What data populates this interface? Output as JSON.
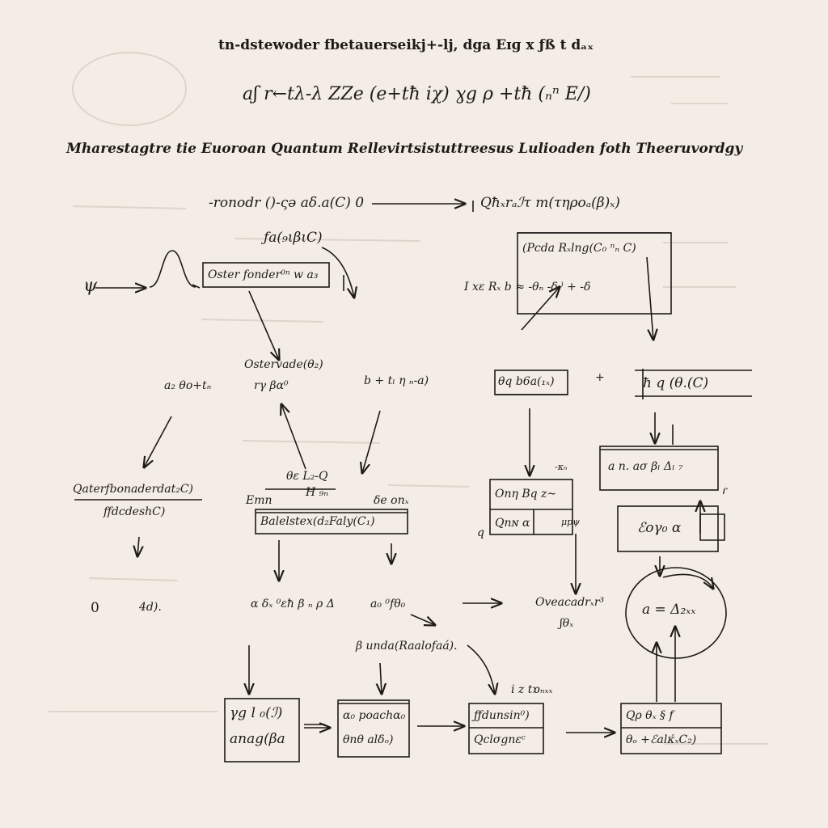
{
  "colors": {
    "paper": "#f3ede5",
    "ink": "#1e1a17",
    "ghost": "#d9d1c7"
  },
  "header": {
    "line1": "tn-dstewoder fbetauerseikj+-lj, dga  Eɪɡ x ƒß t dₐₓ",
    "line2": "aʃ r←tλ-λ ZZe  (e+tħ iχ)   ɣg ρ +tħ (ₙⁿ E/)",
    "title": "Mharestagtre tie Euoroan Quantum Rellevirtsistuttreesus Lulioaden foth Theeruvordgy"
  },
  "row1": {
    "eq_left": "-ronodr ()-ςə aδ.a(C)  0",
    "eq_right": "Qħₓrₐℐτ m(τηροₐ(β)ₓ)",
    "tangent_label": "ƒa(₉ιβιC)",
    "psi": "ψ",
    "box_osterfond": "Oster fonder⁰ⁿ w a₃",
    "right_box_title": "(Pcda Rₓlng(C₀ ⁿₙ C)",
    "right_box_eq": "I xε Rₓ b ≈ -θₙ -δₗ⁾ + -δ"
  },
  "row2": {
    "osterwade": "Ostervade(θ₂)",
    "osterwade_sub": "rγ βα⁰",
    "a_eq": "a₂ θo+tₙ",
    "b_eq": "b + tₗ η ₙ-a)",
    "box_bq": "θq b6a(₁ₓ)",
    "plus": "+",
    "right_eq": "ħ q (θ.(C)"
  },
  "row3": {
    "left_title": "Qaterfbonaderdat₂C)",
    "left_sub": "ffdcdeshC)",
    "mid_top": "θε L₂-Q",
    "mid_sub": "Ħ ₉ₙ",
    "emn": "Emn",
    "daon": "δe onₓ",
    "box_bale": "Balelstex(d₂Faly(C₁)",
    "kn": "-κₙ",
    "box_on_top": "Onη Βq z~",
    "box_on_bot": "Qnɴ α",
    "frac": "μpψ",
    "q_letter": "q",
    "box_right_top": "a n. aσ βₗ Δₗ ₇",
    "box_right_mid": "ℰoγ₀  α",
    "hook": "ɾ"
  },
  "row4": {
    "zero": "0",
    "fourd": "4d).",
    "q_frac": "α δₓ ⁰εħ β ₙ ρ Δ",
    "a_frac": "a₀ ⁰fθ₀",
    "oveacadr": "Oveacadrₓr³",
    "oveacadr_sub": "ʃθₓ",
    "circle_eq": "a = Δ₂ₓₓ",
    "banda": "β unda(Raalofaá).",
    "tfunx": "i z tɒₙₓₓ"
  },
  "bottom": {
    "b1_top": "γg l ₀(ℐ)",
    "b1_bot": "anag(βa",
    "b2_top": "α₀ pοachα₀",
    "b2_bot": "θnθ alδₒ)",
    "b3_top": "ƒƒdunsin⁰)",
    "b3_bot": "Qclσgnεᶜ",
    "b4_top": "Qρ θₓ § f",
    "b4_bot": "θₒ +ℰalκ́ₓC₂)"
  }
}
